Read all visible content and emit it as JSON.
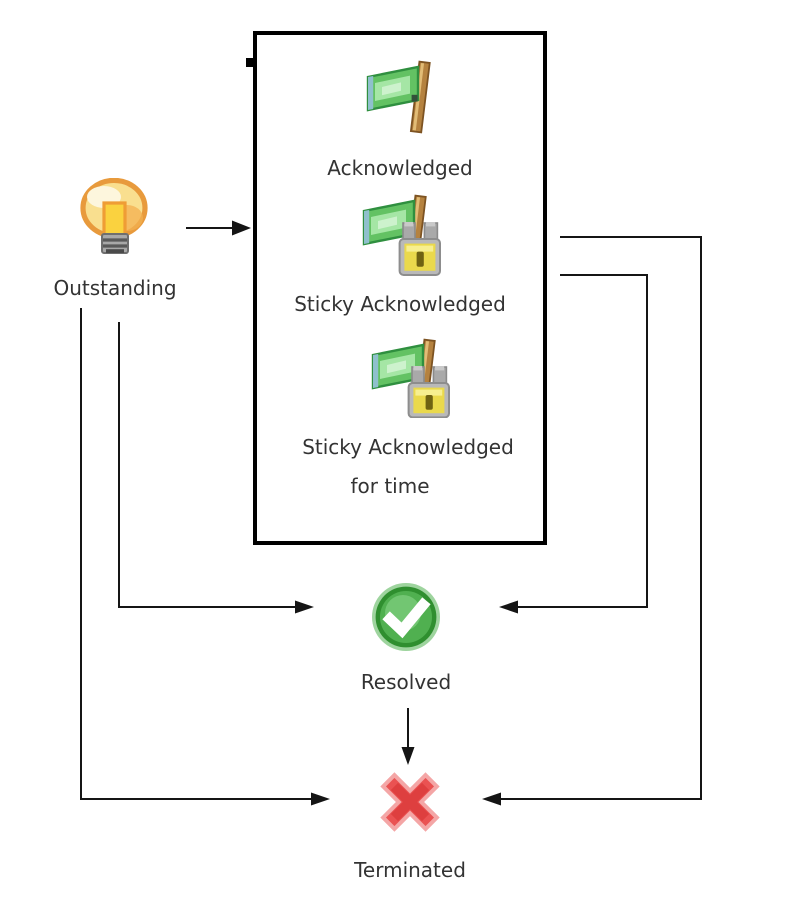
{
  "diagram": {
    "background_color": "#ffffff",
    "line_color": "#151515",
    "box_border_color": "#000000",
    "states": {
      "outstanding": {
        "label": "Outstanding",
        "icon": "lightbulb-icon"
      },
      "acknowledged": {
        "label": "Acknowledged",
        "icon": "green-flag-icon"
      },
      "sticky_acknowledged": {
        "label": "Sticky Acknowledged",
        "icon": "green-flag-lock-icon"
      },
      "sticky_acknowledged_for_time": {
        "label_line1": "Sticky Acknowledged",
        "label_line2": "for time",
        "icon": "green-flag-lock-icon"
      },
      "resolved": {
        "label": "Resolved",
        "icon": "green-check-circle-icon"
      },
      "terminated": {
        "label": "Terminated",
        "icon": "red-x-icon"
      }
    },
    "edges": [
      {
        "from": "outstanding",
        "to": "acknowledged-group"
      },
      {
        "from": "outstanding",
        "to": "resolved"
      },
      {
        "from": "outstanding",
        "to": "terminated"
      },
      {
        "from": "acknowledged-group",
        "to": "resolved"
      },
      {
        "from": "acknowledged-group",
        "to": "terminated"
      },
      {
        "from": "resolved",
        "to": "terminated"
      }
    ],
    "icon_colors": {
      "bulb_yellow": "#fad23f",
      "bulb_outline_orange": "#e89a3c",
      "flag_green": "#63c263",
      "pole_brown": "#b5823f",
      "lock_gold": "#e9d84b",
      "check_green": "#44a544",
      "x_red": "#ea5252"
    }
  }
}
